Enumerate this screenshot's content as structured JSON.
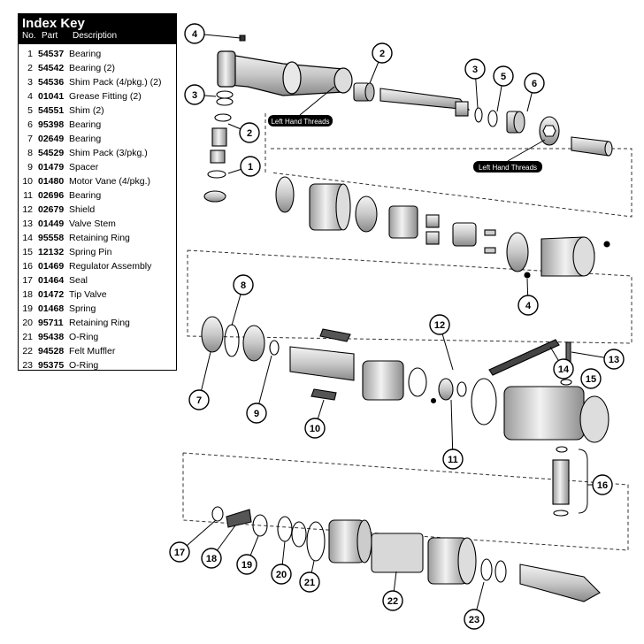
{
  "index_key": {
    "title": "Index Key",
    "columns": [
      "No.",
      "Part",
      "Description"
    ],
    "rows": [
      {
        "no": "1",
        "part": "54537",
        "desc": "Bearing"
      },
      {
        "no": "2",
        "part": "54542",
        "desc": "Bearing (2)"
      },
      {
        "no": "3",
        "part": "54536",
        "desc": "Shim Pack (4/pkg.) (2)"
      },
      {
        "no": "4",
        "part": "01041",
        "desc": "Grease Fitting (2)"
      },
      {
        "no": "5",
        "part": "54551",
        "desc": "Shim (2)"
      },
      {
        "no": "6",
        "part": "95398",
        "desc": "Bearing"
      },
      {
        "no": "7",
        "part": "02649",
        "desc": "Bearing"
      },
      {
        "no": "8",
        "part": "54529",
        "desc": "Shim Pack (3/pkg.)"
      },
      {
        "no": "9",
        "part": "01479",
        "desc": "Spacer"
      },
      {
        "no": "10",
        "part": "01480",
        "desc": "Motor Vane (4/pkg.)"
      },
      {
        "no": "11",
        "part": "02696",
        "desc": "Bearing"
      },
      {
        "no": "12",
        "part": "02679",
        "desc": "Shield"
      },
      {
        "no": "13",
        "part": "01449",
        "desc": "Valve Stem"
      },
      {
        "no": "14",
        "part": "95558",
        "desc": "Retaining Ring"
      },
      {
        "no": "15",
        "part": "12132",
        "desc": "Spring Pin"
      },
      {
        "no": "16",
        "part": "01469",
        "desc": "Regulator Assembly"
      },
      {
        "no": "17",
        "part": "01464",
        "desc": "Seal"
      },
      {
        "no": "18",
        "part": "01472",
        "desc": "Tip Valve"
      },
      {
        "no": "19",
        "part": "01468",
        "desc": "Spring"
      },
      {
        "no": "20",
        "part": "95711",
        "desc": "Retaining Ring"
      },
      {
        "no": "21",
        "part": "95438",
        "desc": "O-Ring"
      },
      {
        "no": "22",
        "part": "94528",
        "desc": "Felt Muffler"
      },
      {
        "no": "23",
        "part": "95375",
        "desc": "O-Ring"
      }
    ]
  },
  "diagram": {
    "notes": [
      "Left Hand Threads",
      "Left Hand Threads"
    ],
    "callouts": [
      "4",
      "3",
      "2",
      "1",
      "2",
      "3",
      "5",
      "6",
      "4",
      "8",
      "7",
      "9",
      "10",
      "12",
      "11",
      "14",
      "15",
      "13",
      "16",
      "17",
      "18",
      "19",
      "20",
      "21",
      "22",
      "23"
    ]
  }
}
